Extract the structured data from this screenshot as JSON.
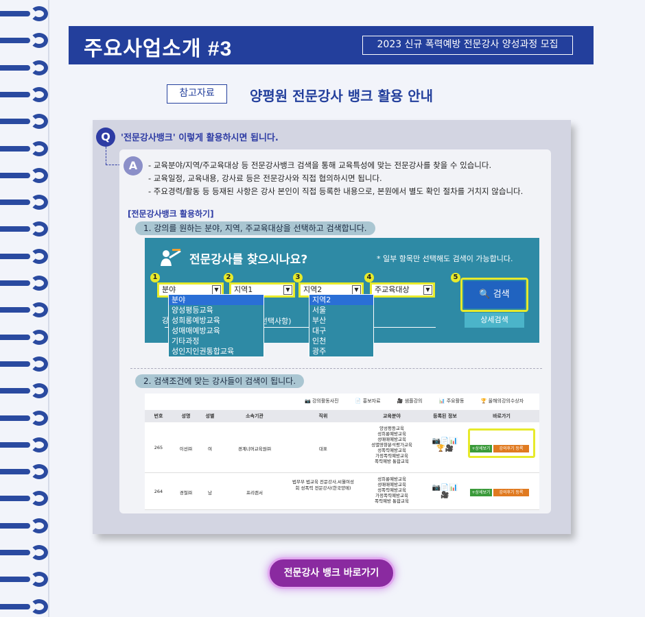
{
  "header": {
    "title": "주요사업소개 #3",
    "badge": "2023 신규 폭력예방 전문강사 양성과정 모집"
  },
  "ref": {
    "label": "참고자료",
    "title": "양평원 전문강사 뱅크 활용 안내"
  },
  "qa": {
    "q_mark": "Q",
    "question": "'전문강사뱅크' 이렇게 활용하시면 됩니다.",
    "a_mark": "A",
    "answers": [
      "- 교육분야/지역/주교육대상 등 전문강사뱅크 검색을 통해 교육특성에 맞는 전문강사를 찾을 수 있습니다.",
      "- 교육일정, 교육내용, 강사료 등은 전문강사와 직접 협의하시면 됩니다.",
      "- 주요경력/활동 등 등재된 사항은 강사 본인이 직접 등록한 내용으로, 본원에서 별도 확인 절차를 거치지 않습니다."
    ]
  },
  "guide": {
    "heading": "[전문강사뱅크 활용하기]",
    "step1": "1. 강의를 원하는 분야, 지역, 주교육대상을 선택하고 검색합니다.",
    "step2": "2. 검색조건에 맞는 강사들이 검색이 됩니다."
  },
  "search": {
    "title": "전문강사를 찾으시나요?",
    "note": "* 일부 항목만 선택해도 검색이 가능합니다.",
    "nums": [
      "1",
      "2",
      "3",
      "4",
      "5"
    ],
    "field1": "분야",
    "field2": "지역1",
    "field3": "지역2",
    "field4": "주교육대상",
    "search_button": "검색",
    "detail_button": "상세검색",
    "keyword_prefix": "강",
    "keyword_suffix": ".(선택사항)",
    "field_dropdown": [
      "분야",
      "양성평등교육",
      "성희롱예방교육",
      "성매매예방교육",
      "기타과정",
      "성인지인권통합교육"
    ],
    "region_dropdown": [
      "지역2",
      "서울",
      "부산",
      "대구",
      "인천",
      "광주"
    ]
  },
  "results": {
    "legend": [
      "강의활동사진",
      "홍보자료",
      "샘플강의",
      "주요활동",
      "올해의강의수상자"
    ],
    "columns": [
      "번호",
      "성명",
      "성별",
      "소속기관",
      "직위",
      "교육분야",
      "등록된 정보",
      "바로가기"
    ],
    "rows": [
      {
        "no": "265",
        "name": "이선㈜",
        "gender": "여",
        "org": "경계너머교육원㈜",
        "position": "대표",
        "fields": [
          "양성평등교육",
          "성희롱예방교육",
          "성매매예방교육",
          "성별영향분석평가교육",
          "성폭력예방교육",
          "가정폭력예방교육",
          "폭력예방 통합교육"
        ]
      },
      {
        "no": "264",
        "name": "경철㈜",
        "gender": "남",
        "org": "프리랜서",
        "position": "법무부 법교육 전문강사,씨월여성회 성폭력 전문강사(한국양메)",
        "fields": [
          "성희롱예방교육",
          "성매매예방교육",
          "성폭력예방교육",
          "가정폭력예방교육",
          "폭력예방 통합교육"
        ]
      }
    ],
    "detail_btn": "+상세보기",
    "review_btn": "강의후기 등록"
  },
  "cta": {
    "label": "전문강사 뱅크 바로가기"
  },
  "colors": {
    "navy": "#233f9c",
    "teal": "#2e8aa5",
    "highlight": "#e7ea2b",
    "purple": "#8a2aa0"
  }
}
